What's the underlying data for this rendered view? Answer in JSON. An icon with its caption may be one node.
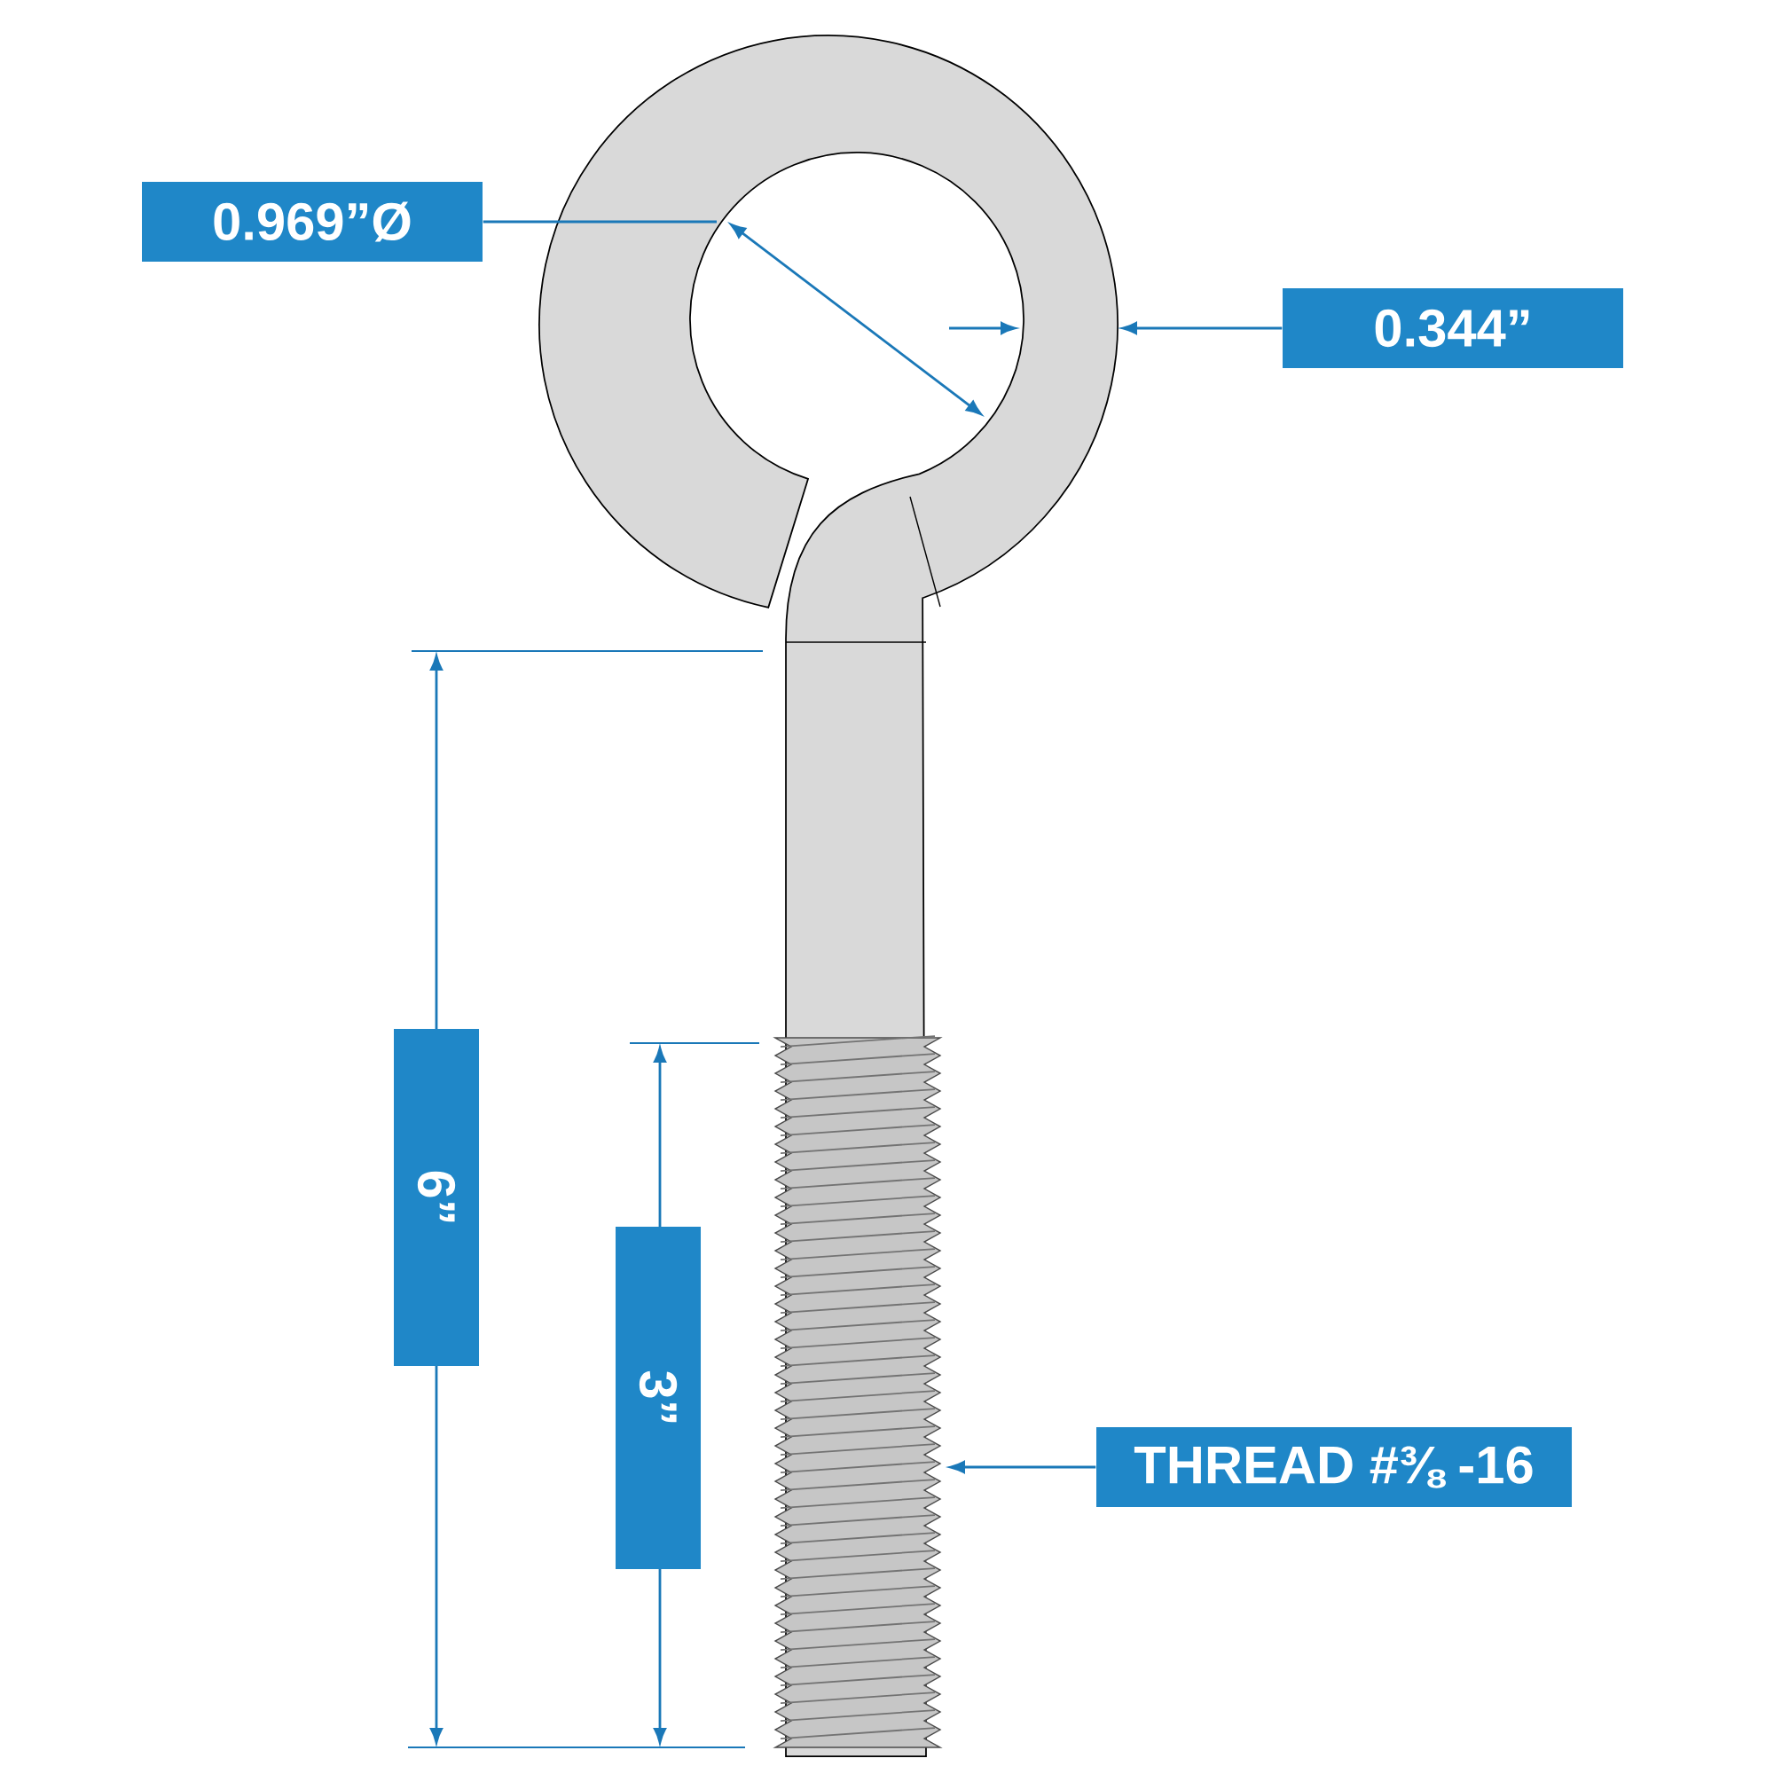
{
  "diagram": {
    "nodes": [
      {
        "text": [
          "0.969”Ø"
        ]
      },
      {
        "text": [
          "0.344”"
        ]
      },
      {
        "text": [
          "THREAD #⅜ -16"
        ]
      }
    ],
    "edges": [
      {
        "from": 0,
        "to": null,
        "arrow": "none"
      },
      {
        "from": 1,
        "to": null,
        "arrow": "to"
      },
      {
        "from": 2,
        "to": null,
        "arrow": "to"
      }
    ],
    "labels": [
      "6”",
      "3”"
    ]
  }
}
